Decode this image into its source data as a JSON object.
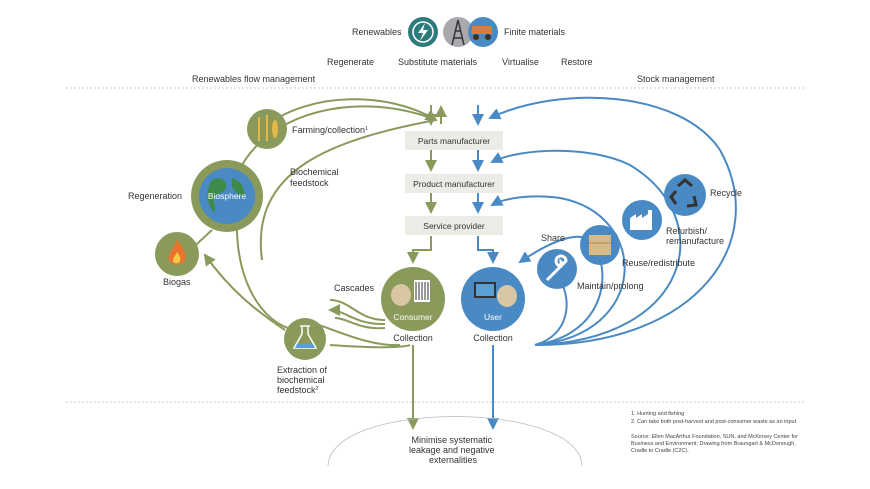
{
  "header": {
    "renewables": "Renewables",
    "finite": "Finite materials",
    "principles": [
      "Regenerate",
      "Substitute materials",
      "Virtualise",
      "Restore"
    ],
    "left_section": "Renewables flow management",
    "right_section": "Stock management"
  },
  "center": {
    "boxes": [
      "Parts manufacturer",
      "Product manufacturer",
      "Service provider"
    ],
    "consumer": "Consumer",
    "user": "User",
    "collection_left": "Collection",
    "collection_right": "Collection",
    "bottom": [
      "Minimise systematic",
      "leakage and negative",
      "externalities"
    ]
  },
  "left": {
    "farming": "Farming/collection",
    "farming_sup": "1",
    "biochemical": [
      "Biochemical",
      "feedstock"
    ],
    "regeneration": "Regeneration",
    "biosphere": "Biosphere",
    "biogas": "Biogas",
    "cascades": "Cascades",
    "extraction": [
      "Extraction of",
      "biochemical",
      "feedstock"
    ],
    "extraction_sup": "2"
  },
  "right": {
    "recycle": "Recycle",
    "refurbish": [
      "Refurbish/",
      "remanufacture"
    ],
    "reuse": "Reuse/redistribute",
    "maintain": "Maintain/prolong",
    "share": "Share"
  },
  "notes": [
    "1. Hunting and fishing",
    "2. Can take both post-harvest and post-consumer waste as an input"
  ],
  "source": [
    "Source: Ellen MacArthur Foundation, SUN, and McKinsey Center for",
    "Business and Environment; Drawing from Braungart & McDonough,",
    "Cradle to Cradle (C2C)."
  ],
  "colors": {
    "green": "#8a9a5b",
    "blue": "#4a8ac4",
    "teal": "#2c7a7b",
    "box": "#ecebe6"
  }
}
